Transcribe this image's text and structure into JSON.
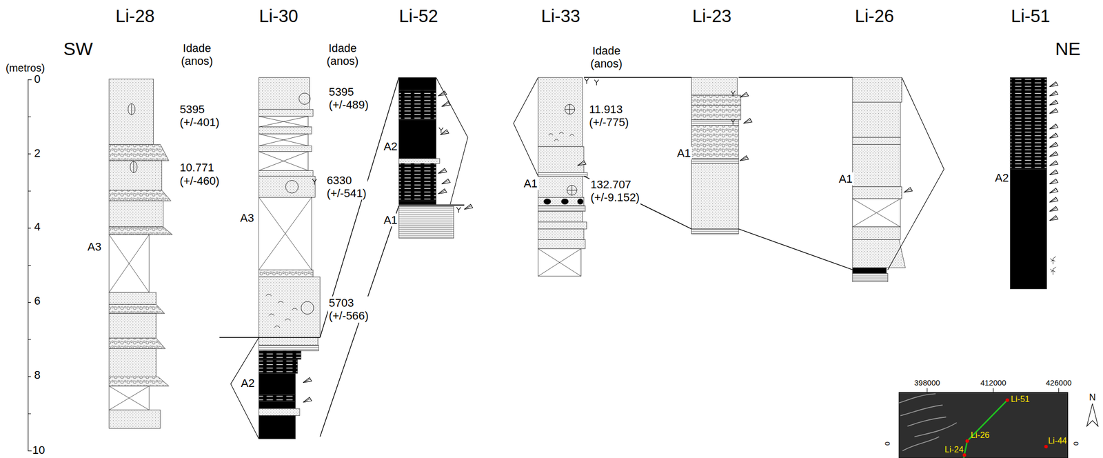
{
  "diagram": {
    "nodes": [
      {
        "text": [
          "Li-28"
        ]
      },
      {
        "text": [
          "Li-30"
        ]
      },
      {
        "text": [
          "Li-52"
        ]
      },
      {
        "text": [
          "Li-33"
        ]
      },
      {
        "text": [
          "Li-23"
        ]
      },
      {
        "text": [
          "Li-26"
        ]
      },
      {
        "text": [
          "Li-51"
        ]
      }
    ],
    "edges": [
      {
        "from": 1,
        "to": 2,
        "arrow": "none"
      },
      {
        "from": 1,
        "to": 2,
        "arrow": "none"
      },
      {
        "from": 3,
        "to": 4,
        "arrow": "none"
      },
      {
        "from": 4,
        "to": 5,
        "arrow": "none"
      },
      {
        "from": 3,
        "to": 4,
        "arrow": "none"
      },
      {
        "from": 4,
        "to": 5,
        "arrow": "none"
      }
    ],
    "labels": [
      "SW",
      "NE",
      "(metros)",
      "0",
      "2",
      "4",
      "6",
      "8",
      "10",
      "Idade (anos)",
      "5395 (+/-401)",
      "10.771 (+/-460)",
      "A3",
      "Idade (anos)",
      "5395 (+/-489)",
      "6330 (+/-541)",
      "A3",
      "5703 (+/-566)",
      "A2",
      "A2",
      "A1",
      "Idade (anos)",
      "11.913 (+/-775)",
      "A1",
      "132.707 (+/-9.152)",
      "A1",
      "A1",
      "A2",
      "398000",
      "412000",
      "426000",
      "N",
      "Li-51",
      "Li-26",
      "Li-44",
      "Li-24",
      "0",
      "0"
    ]
  }
}
